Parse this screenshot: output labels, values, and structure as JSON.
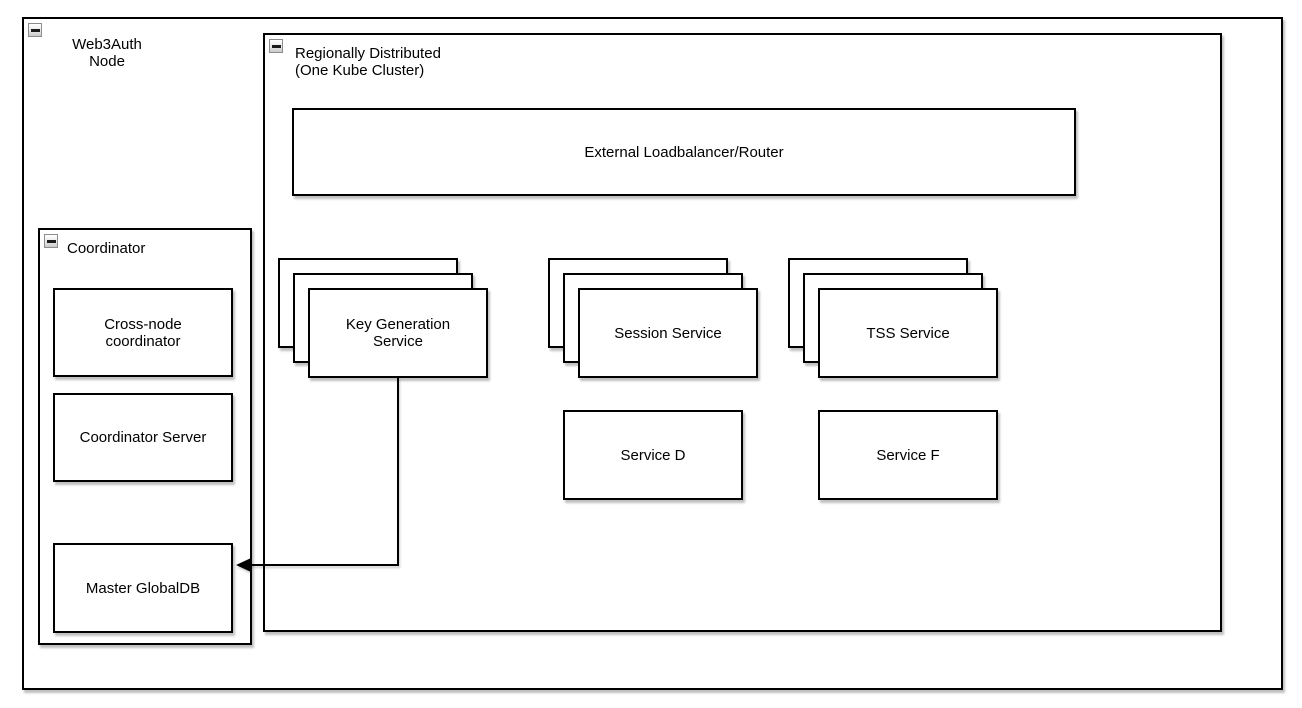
{
  "diagram": {
    "containers": {
      "web3auth_node": {
        "label": "Web3Auth\nNode",
        "collapse_icon": "minus-icon"
      },
      "kube_cluster": {
        "label": "Regionally Distributed\n(One Kube Cluster)",
        "collapse_icon": "minus-icon"
      },
      "coordinator": {
        "label": "Coordinator",
        "collapse_icon": "minus-icon"
      }
    },
    "nodes": {
      "external_loadbalancer": {
        "label": "External Loadbalancer/Router"
      },
      "key_generation_service": {
        "label": "Key Generation\nService",
        "stack_count": 3
      },
      "session_service": {
        "label": "Session Service",
        "stack_count": 3
      },
      "tss_service": {
        "label": "TSS Service",
        "stack_count": 3
      },
      "service_d": {
        "label": "Service D"
      },
      "service_f": {
        "label": "Service F"
      },
      "cross_node_coordinator": {
        "label": "Cross-node\ncoordinator"
      },
      "coordinator_server": {
        "label": "Coordinator Server"
      },
      "master_globaldb": {
        "label": "Master GlobalDB"
      }
    },
    "edges": [
      {
        "from": "key_generation_service",
        "to": "master_globaldb",
        "type": "orthogonal",
        "arrowhead": "filled-triangle-left"
      }
    ],
    "colors": {
      "background": "#ffffff",
      "stroke": "#000000",
      "shadow": "#c4c4c4",
      "collapse_button_fill": "#e0e0e0",
      "collapse_button_border": "#8c8c8c"
    }
  }
}
